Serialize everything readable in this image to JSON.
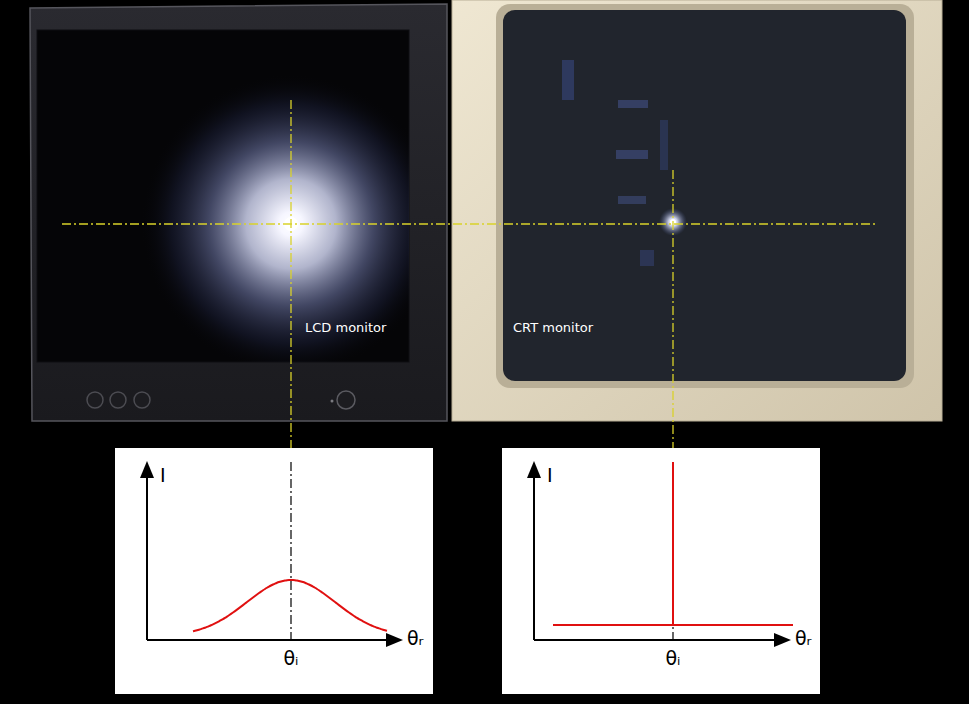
{
  "diagram": {
    "labels": [
      "LCD monitor",
      "CRT monitor",
      "I",
      "θᵢ",
      "θᵣ",
      "I",
      "θᵢ",
      "θᵣ"
    ]
  }
}
